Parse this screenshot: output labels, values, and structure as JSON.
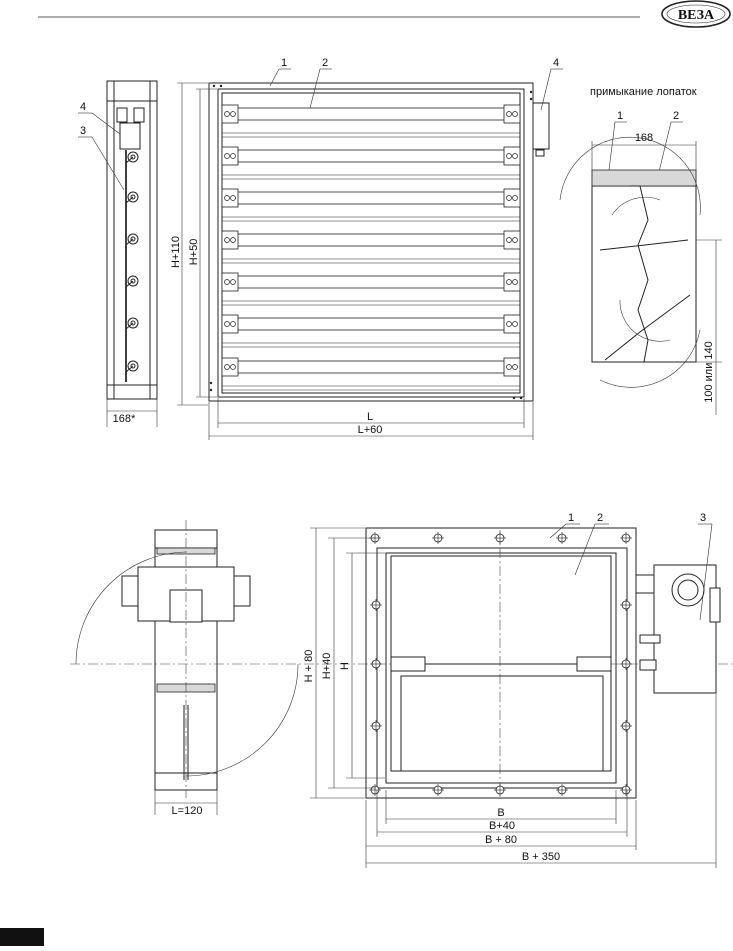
{
  "brand": {
    "logo_text": "ВЕЗА"
  },
  "top_drawing": {
    "callouts": [
      "1",
      "2",
      "3",
      "4"
    ],
    "dims": {
      "h110": "H+110",
      "h50": "H+50",
      "l": "L",
      "l60": "L+60",
      "side_width": "168*"
    },
    "detail": {
      "title": "примыкание лопаток",
      "callout_1": "1",
      "callout_2": "2",
      "width": "168",
      "height": "100 или 140"
    }
  },
  "bottom_drawing": {
    "callouts": [
      "1",
      "2",
      "3"
    ],
    "dims": {
      "l120": "L=120",
      "h80": "H + 80",
      "h40": "H+40",
      "h": "H",
      "b": "B",
      "b40": "B+40",
      "b80": "B + 80",
      "b350": "B + 350"
    }
  }
}
